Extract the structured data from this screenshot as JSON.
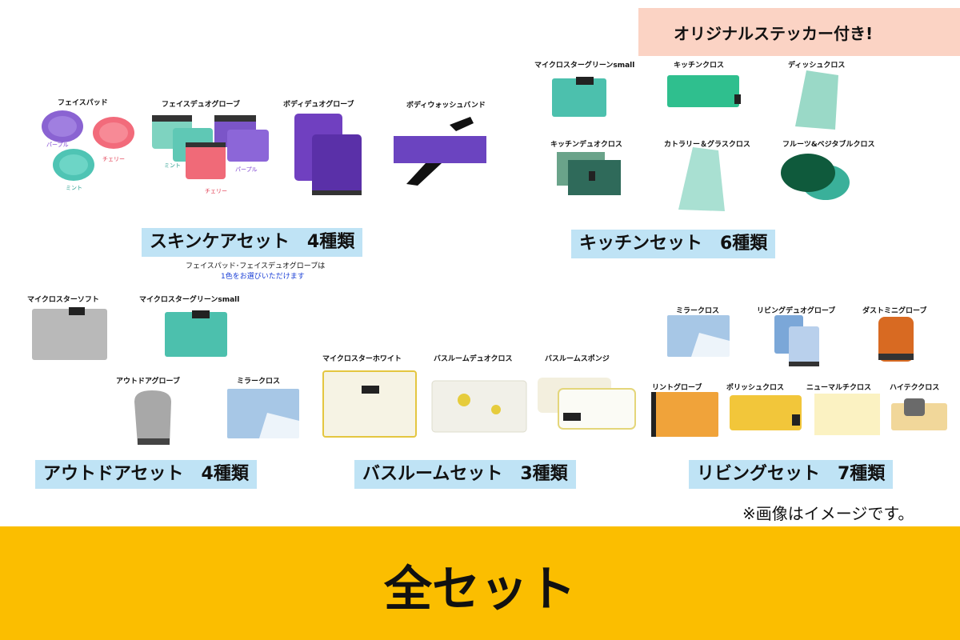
{
  "sticker": {
    "text": "オリジナルステッカー付き!"
  },
  "skincare": {
    "banner": "スキンケアセット　4種類",
    "note_line1": "フェイスパッド･フェイスデュオグローブは",
    "note_line2": "1色をお選びいただけます",
    "items": [
      {
        "label": "フェイスパッド"
      },
      {
        "label": "フェイスデュオグローブ"
      },
      {
        "label": "ボディデュオグローブ"
      },
      {
        "label": "ボディウォッシュバンド"
      }
    ],
    "colors": {
      "purple": "パープル",
      "cherry": "チェリー",
      "mint": "ミント"
    }
  },
  "kitchen": {
    "banner": "キッチンセット　6種類",
    "items": [
      {
        "label": "マイクロスターグリーンsmall"
      },
      {
        "label": "キッチンクロス"
      },
      {
        "label": "ディッシュクロス"
      },
      {
        "label": "キッチンデュオクロス"
      },
      {
        "label": "カトラリー＆グラスクロス"
      },
      {
        "label": "フルーツ&ベジタブルクロス"
      }
    ]
  },
  "outdoor": {
    "banner": "アウトドアセット　4種類",
    "items": [
      {
        "label": "マイクロスターソフト"
      },
      {
        "label": "マイクロスターグリーンsmall"
      },
      {
        "label": "アウトドアグローブ"
      },
      {
        "label": "ミラークロス"
      }
    ]
  },
  "bathroom": {
    "banner": "バスルームセット　3種類",
    "items": [
      {
        "label": "マイクロスターホワイト"
      },
      {
        "label": "バスルームデュオクロス"
      },
      {
        "label": "バスルームスポンジ"
      }
    ]
  },
  "living": {
    "banner": "リビングセット　7種類",
    "items": [
      {
        "label": "ミラークロス"
      },
      {
        "label": "リビングデュオグローブ"
      },
      {
        "label": "ダストミニグローブ"
      },
      {
        "label": "リントグローブ"
      },
      {
        "label": "ポリッシュクロス"
      },
      {
        "label": "ニューマルチクロス"
      },
      {
        "label": "ハイテククロス"
      }
    ]
  },
  "disclaimer": "※画像はイメージです。",
  "footer": {
    "title": "全セット"
  },
  "colors": {
    "banner_bg": "#bfe3f5",
    "sticker_bg": "#fbd3c4",
    "footer_bg": "#fbbe00",
    "mint": "#5fc8b5",
    "purple": "#7b55c8",
    "cherry": "#f06a78"
  }
}
